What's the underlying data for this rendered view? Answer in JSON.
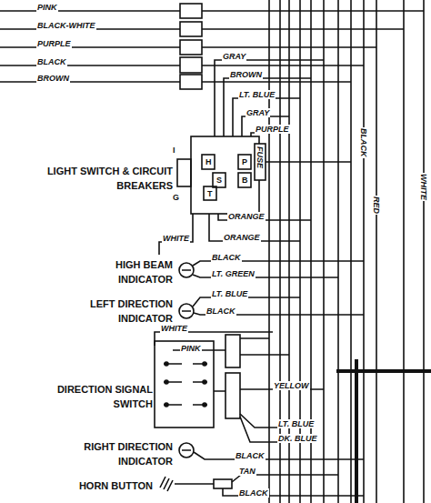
{
  "diagram": {
    "nodes": [
      {
        "text": [
          "LIGHT SWITCH & CIRCUIT BREAKERS"
        ]
      },
      {
        "text": [
          "HIGH BEAM INDICATOR"
        ]
      },
      {
        "text": [
          "LEFT DIRECTION INDICATOR"
        ]
      },
      {
        "text": [
          "DIRECTION SIGNAL SWITCH"
        ]
      },
      {
        "text": [
          "RIGHT DIRECTION INDICATOR"
        ]
      },
      {
        "text": [
          "HORN BUTTON"
        ]
      }
    ],
    "labels": [
      "PINK",
      "BLACK-WHITE",
      "PURPLE",
      "BLACK",
      "BROWN",
      "GRAY",
      "BROWN",
      "LT. BLUE",
      "GRAY",
      "PURPLE",
      "FUSE",
      "BLACK",
      "RED",
      "WHITE",
      "I",
      "H",
      "P",
      "B",
      "S",
      "T",
      "G",
      "ORANGE",
      "WHITE",
      "ORANGE",
      "BLACK",
      "LT. GREEN",
      "LT. BLUE",
      "BLACK",
      "WHITE",
      "PINK",
      "YELLOW",
      "LT. BLUE",
      "DK. BLUE",
      "BLACK",
      "TAN",
      "BLACK"
    ]
  }
}
